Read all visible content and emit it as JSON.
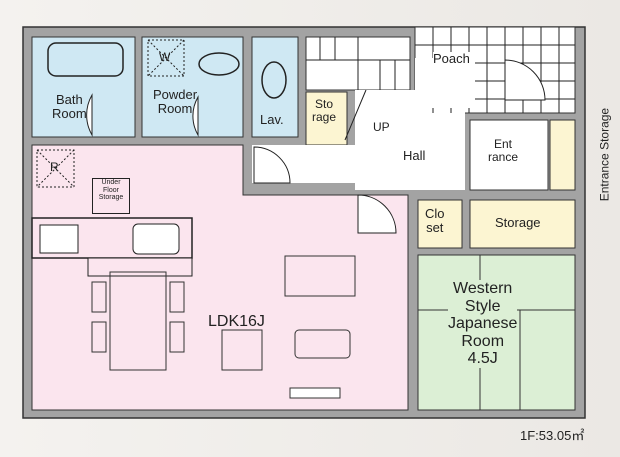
{
  "rooms": {
    "bath": "Bath\nRoom",
    "bath_l1": "Bath",
    "bath_l2": "Room",
    "powder_l1": "Powder",
    "powder_l2": "Room",
    "washer": "W",
    "lav": "Lav.",
    "storage_small_l1": "Sto",
    "storage_small_l2": "rage",
    "up": "UP",
    "hall": "Hall",
    "poach": "Poach",
    "entrance_l1": "Ent",
    "entrance_l2": "rance",
    "entrance_storage": "Entrance Storage",
    "refrigerator": "R",
    "underfloor_l1": "Under",
    "underfloor_l2": "Floor",
    "underfloor_l3": "Storage",
    "ldk": "LDK16J",
    "closet_l1": "Clo",
    "closet_l2": "set",
    "storage": "Storage",
    "western_l1": "Western",
    "western_l2": "Style",
    "western_l3": "Japanese",
    "western_l4": "Room",
    "western_l5": "4.5J"
  },
  "floor_area": "1F:53.05㎡",
  "colors": {
    "wet": "#cfe8f3",
    "ldk": "#fbe5ee",
    "storage": "#fcf5d2",
    "japanese": "#dcefd5",
    "wall": "#a3a3a3"
  }
}
